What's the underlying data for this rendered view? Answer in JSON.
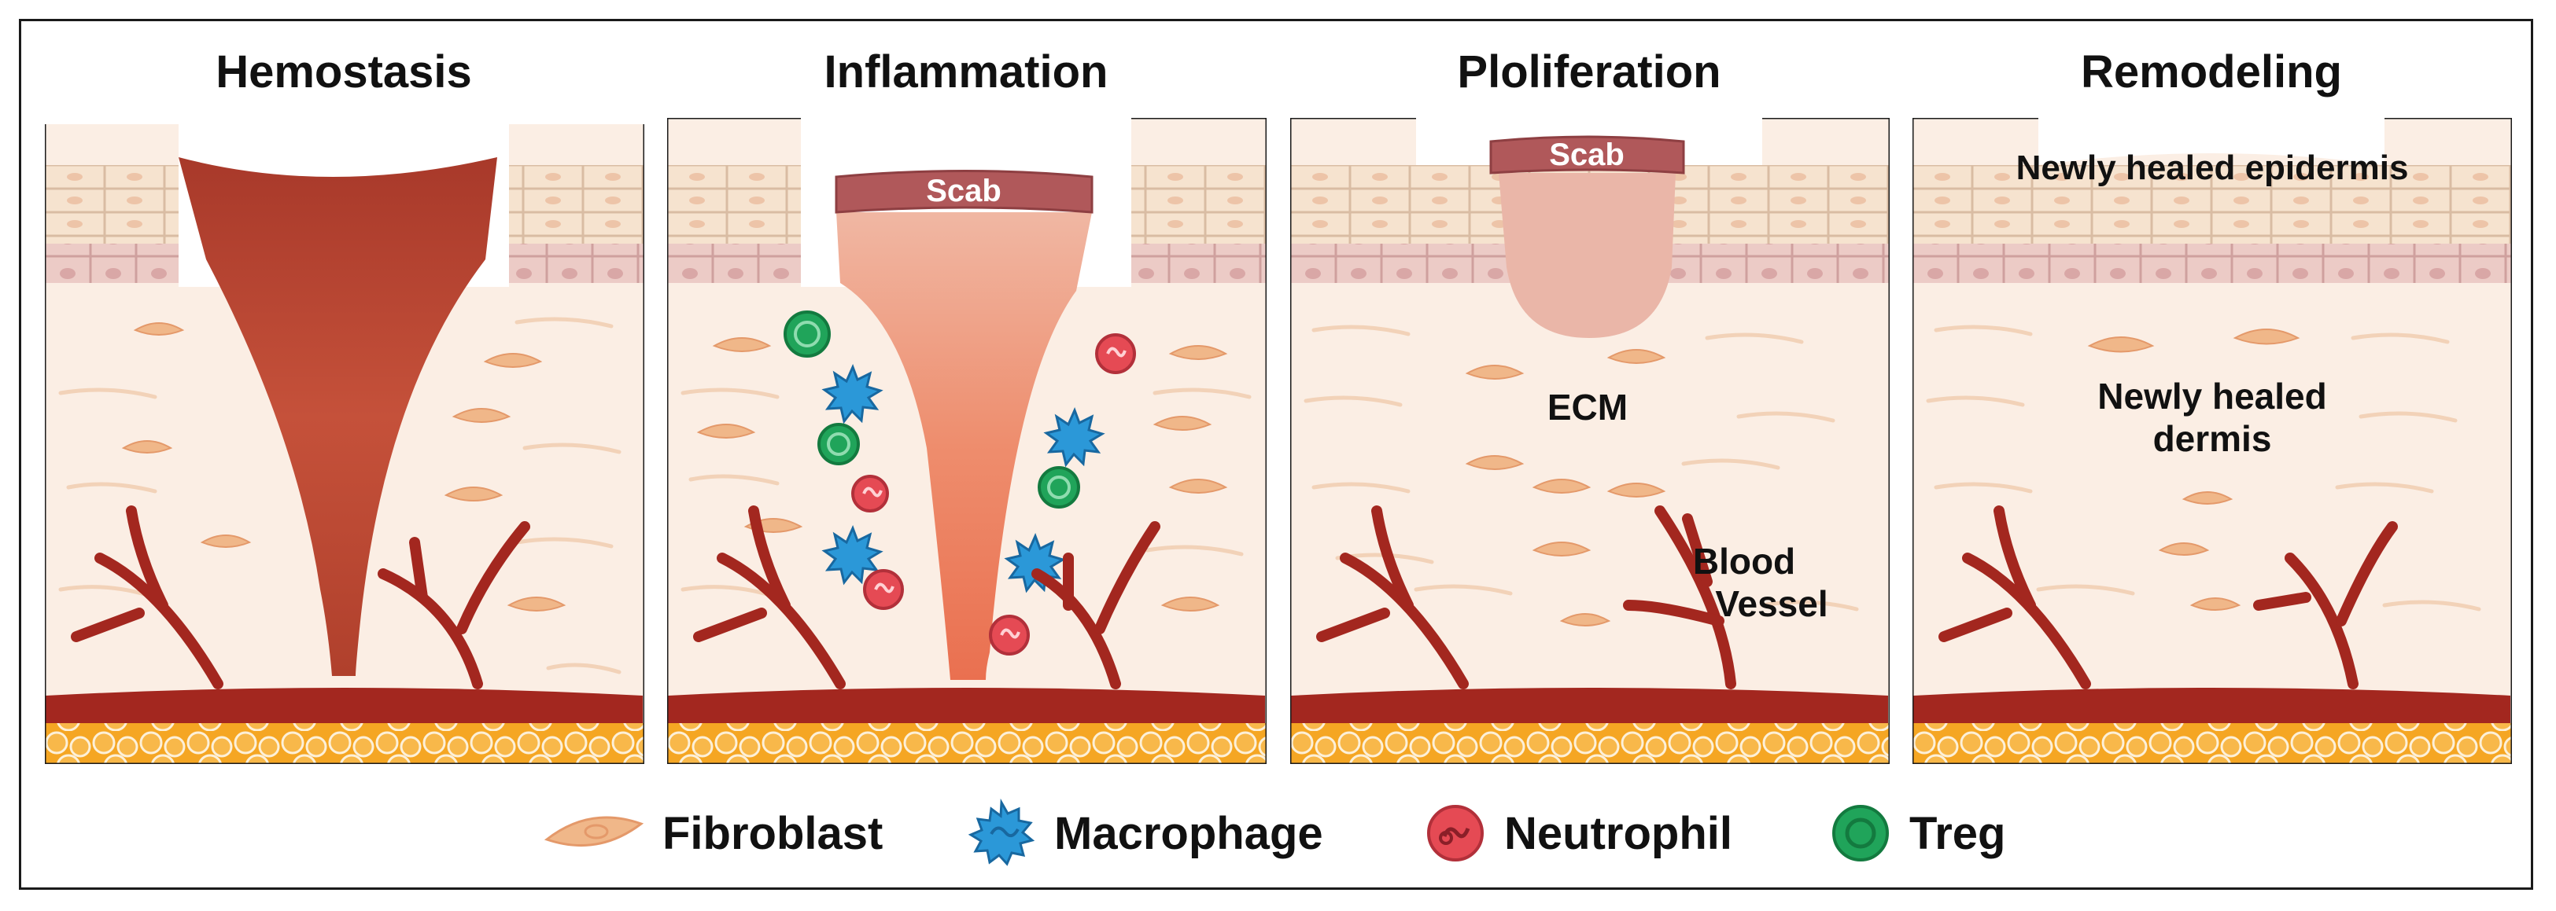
{
  "stages": [
    {
      "title": "Hemostasis"
    },
    {
      "title": "Inflammation",
      "scab_label": "Scab"
    },
    {
      "title": "Ploliferation",
      "scab_label": "Scab",
      "ecm_label": "ECM",
      "vessel_label_line1": "Blood",
      "vessel_label_line2": "Vessel"
    },
    {
      "title": "Remodeling",
      "epidermis_label": "Newly healed epidermis",
      "dermis_label_line1": "Newly healed",
      "dermis_label_line2": "dermis"
    }
  ],
  "legend": [
    {
      "label": "Fibroblast",
      "icon": "fibroblast-icon"
    },
    {
      "label": "Macrophage",
      "icon": "macrophage-icon"
    },
    {
      "label": "Neutrophil",
      "icon": "neutrophil-icon"
    },
    {
      "label": "Treg",
      "icon": "treg-icon"
    }
  ],
  "colors": {
    "blood_clot": "#b8432b",
    "scab": "#b0585a",
    "dermis_bg": "#fbeee4",
    "epidermis_cell": "#f6e3cf",
    "basal_cell": "#eccbc6",
    "blood_vessel": "#a3271f",
    "fat": "#f5a623",
    "fibroblast": "#f0b789",
    "macrophage": "#2b98d8",
    "neutrophil": "#e54a54",
    "treg": "#20a45a"
  }
}
